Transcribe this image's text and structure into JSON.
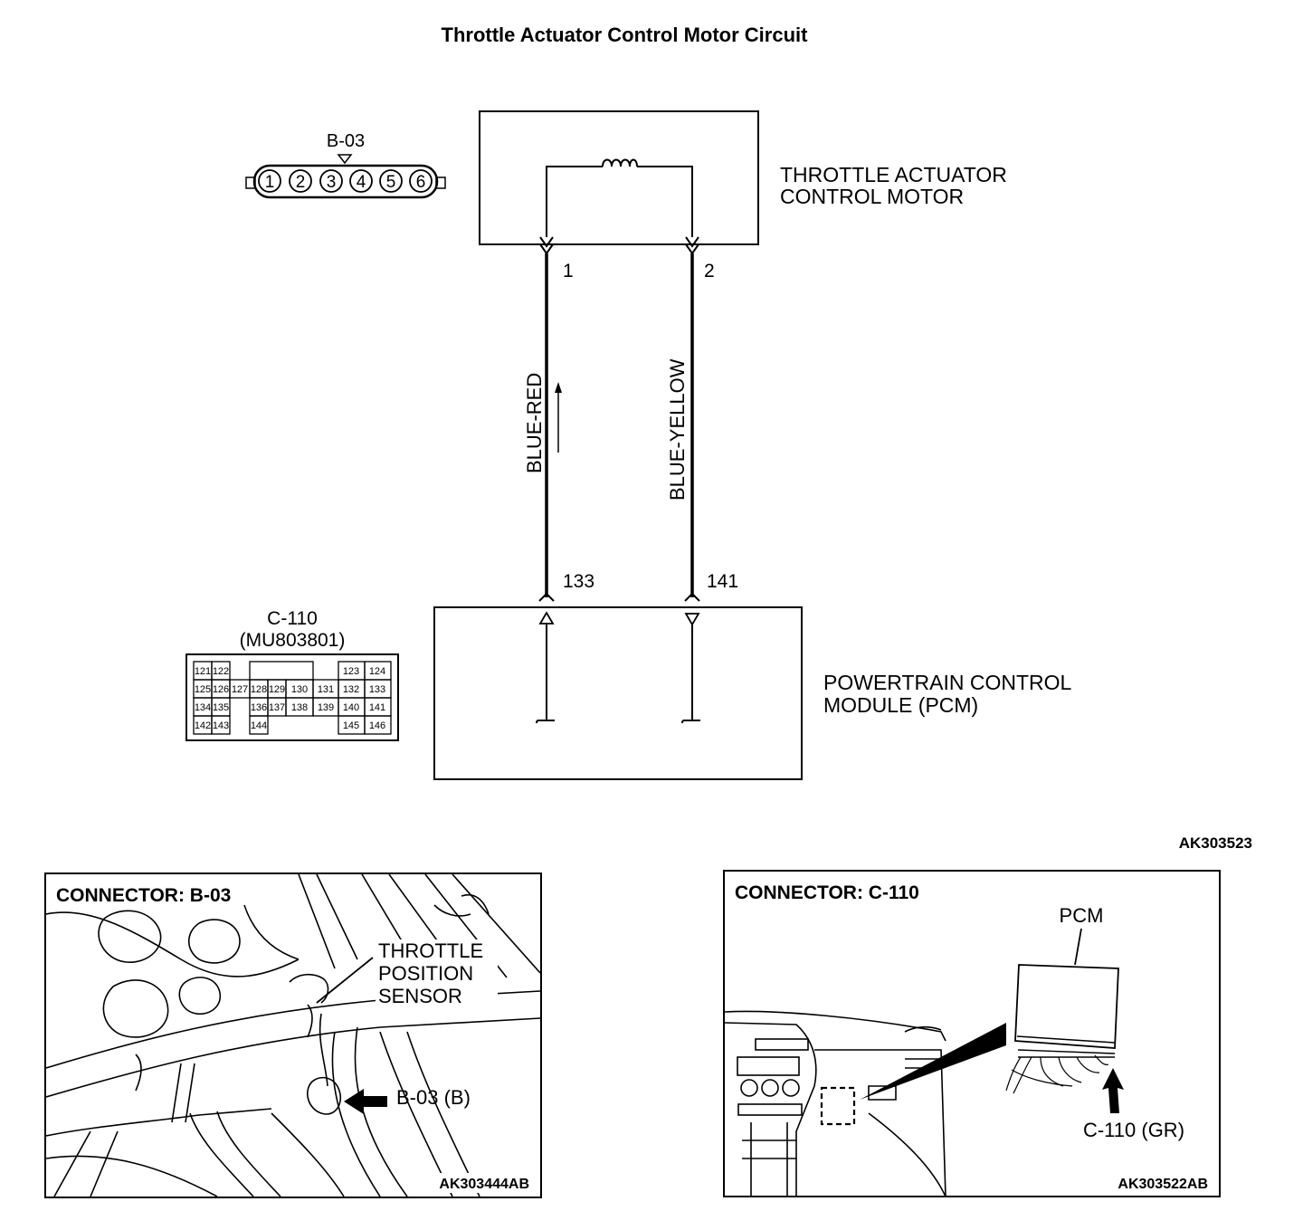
{
  "title": "Throttle Actuator Control Motor Circuit",
  "connector_b03": {
    "label": "B-03",
    "pins": [
      "1",
      "2",
      "3",
      "4",
      "5",
      "6"
    ]
  },
  "motor": {
    "name_line1": "THROTTLE ACTUATOR",
    "name_line2": "CONTROL MOTOR",
    "pin1": "1",
    "pin2": "2"
  },
  "wires": {
    "left_color": "BLUE-RED",
    "right_color": "BLUE-YELLOW"
  },
  "pcm": {
    "name_line1": "POWERTRAIN CONTROL",
    "name_line2": "MODULE (PCM)",
    "pin_left": "133",
    "pin_right": "141"
  },
  "connector_c110": {
    "label": "C-110",
    "part": "(MU803801)",
    "row1": [
      "121",
      "122",
      "123",
      "124"
    ],
    "row2": [
      "125",
      "126",
      "127",
      "128",
      "129",
      "130",
      "131",
      "132",
      "133"
    ],
    "row3": [
      "134",
      "135",
      "136",
      "137",
      "138",
      "139",
      "140",
      "141"
    ],
    "row4": [
      "142",
      "143",
      "144",
      "145",
      "146"
    ]
  },
  "diagram_code": "AK303523",
  "panel_left": {
    "heading": "CONNECTOR: B-03",
    "callout_line1": "THROTTLE",
    "callout_line2": "POSITION",
    "callout_line3": "SENSOR",
    "pointer_label": "B-03 (B)",
    "code": "AK303444AB"
  },
  "panel_right": {
    "heading": "CONNECTOR: C-110",
    "pcm_label": "PCM",
    "pointer_label": "C-110 (GR)",
    "code": "AK303522AB"
  }
}
